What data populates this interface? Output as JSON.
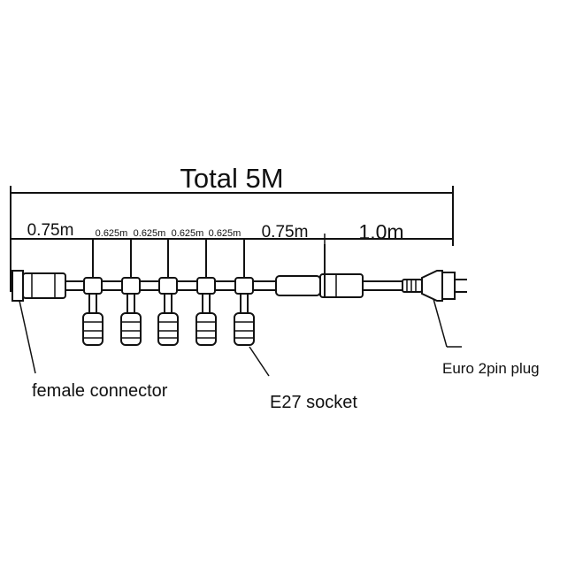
{
  "title": "Total 5M",
  "segments": {
    "left": "0.75m",
    "spacing": [
      "0.625m",
      "0.625m",
      "0.625m",
      "0.625m"
    ],
    "mid": "0.75m",
    "right": "1.0m"
  },
  "labels": {
    "female_connector": "female connector",
    "socket": "E27 socket",
    "plug": "Euro 2pin plug"
  },
  "colors": {
    "ink": "#111111",
    "background": "#ffffff"
  }
}
